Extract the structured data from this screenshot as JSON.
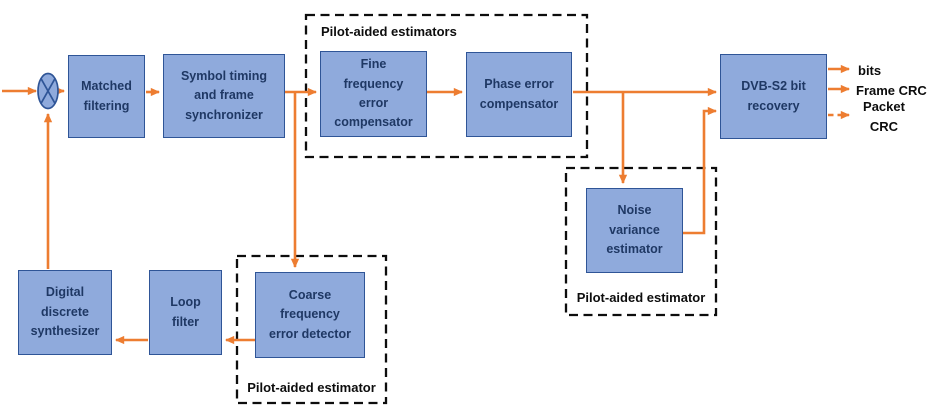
{
  "diagram": {
    "blocks": {
      "matched": "Matched\nfiltering",
      "symbol": "Symbol timing\nand frame\nsynchronizer",
      "fine": "Fine\nfrequency\nerror\ncompensator",
      "phase": "Phase error\ncompensator",
      "dvb": "DVB-S2 bit\nrecovery",
      "noise": "Noise\nvariance\nestimator",
      "coarse": "Coarse\nfrequency\nerror detector",
      "loop": "Loop\nfilter",
      "dds": "Digital\ndiscrete\nsynthesizer"
    },
    "groups": {
      "top": "Pilot-aided estimators",
      "noise": "Pilot-aided estimator",
      "coarse": "Pilot-aided estimator"
    },
    "outputs": {
      "bits": "bits",
      "frame_crc": "Frame CRC",
      "packet_crc": "Packet\nCRC"
    },
    "icons": {
      "multiplier": "multiplier-mixer-icon"
    },
    "colors": {
      "block_fill": "#8faadc",
      "block_border": "#2f5597",
      "block_text": "#1f3864",
      "arrow": "#ed7d31",
      "group_box": "#0d0d0d",
      "label_text": "#0d0d0d",
      "background": "#ffffff"
    }
  }
}
